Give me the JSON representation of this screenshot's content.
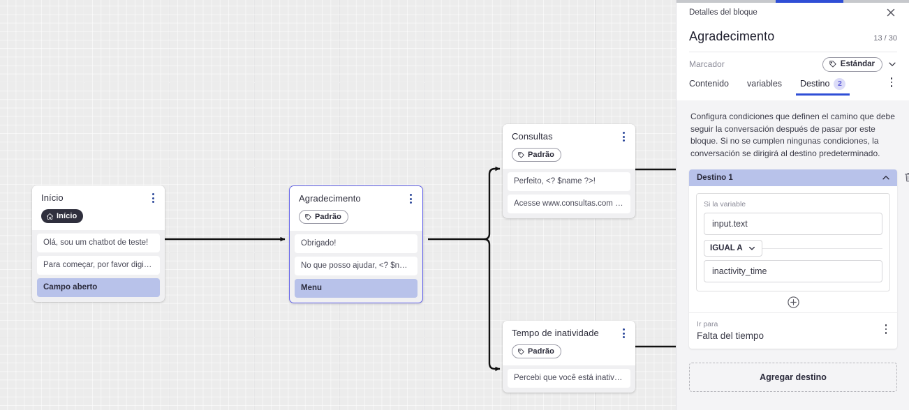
{
  "canvas": {
    "nodes": [
      {
        "id": "inicio",
        "title": "Início",
        "badge": "Início",
        "badge_icon": "home-icon",
        "badge_style": "dark",
        "messages": [
          "Olá, sou um chatbot de teste!",
          "Para começar, por favor digite o ..."
        ],
        "highlight": "Campo aberto",
        "selected": false
      },
      {
        "id": "agradecimento",
        "title": "Agradecimento",
        "badge": "Padrão",
        "badge_icon": "tag-icon",
        "badge_style": "outline",
        "messages": [
          "Obrigado!",
          "No que posso ajudar, <? $name ..."
        ],
        "highlight": "Menu",
        "selected": true
      },
      {
        "id": "consultas",
        "title": "Consultas",
        "badge": "Padrão",
        "badge_icon": "tag-icon",
        "badge_style": "outline",
        "messages": [
          "Perfeito, <? $name ?>!",
          "Acesse www.consultas.com par..."
        ],
        "highlight": null,
        "selected": false
      },
      {
        "id": "inatividade",
        "title": "Tempo de inatividade",
        "badge": "Padrão",
        "badge_icon": "tag-icon",
        "badge_style": "outline",
        "messages": [
          "Percebi que você está inativo. C..."
        ],
        "highlight": null,
        "selected": false
      }
    ]
  },
  "panel": {
    "topbar_title": "Detalles del bloque",
    "close_icon": "close-icon",
    "title": "Agradecimento",
    "char_count": "13 / 30",
    "marker_label": "Marcador",
    "marker_value": "Estándar",
    "marker_icon": "tag-icon",
    "marker_chevron_icon": "chevron-down-icon",
    "tabs": [
      {
        "label": "Contenido",
        "badge": null,
        "active": false
      },
      {
        "label": "variables",
        "badge": null,
        "active": false
      },
      {
        "label": "Destino",
        "badge": "2",
        "active": true
      }
    ],
    "overflow_icon": "kebab-menu-icon",
    "description": "Configura condiciones que definen el camino que debe seguir la conversación después de pasar por este bloque. Si no se cumplen ningunas condiciones, la conversación se dirigirá al destino predeterminado.",
    "destination": {
      "header": "Destino 1",
      "collapse_icon": "chevron-up-icon",
      "delete_icon": "trash-icon",
      "condition_label": "Si la variable",
      "variable_value": "input.text",
      "operator": "IGUAL A",
      "operator_icon": "chevron-down-icon",
      "compare_value": "inactivity_time",
      "add_condition_icon": "plus-circle-icon",
      "goto_label": "Ir para",
      "goto_value": "Falta del tiempo",
      "goto_menu_icon": "kebab-menu-icon"
    },
    "add_destination_label": "Agregar destino"
  },
  "colors": {
    "accent_blue": "#2f4ed6",
    "selection_purple": "#6161e8",
    "highlight_lavender": "#b8c2ea",
    "canvas_gray": "#ececec",
    "panel_gray": "#f4f4f6"
  }
}
